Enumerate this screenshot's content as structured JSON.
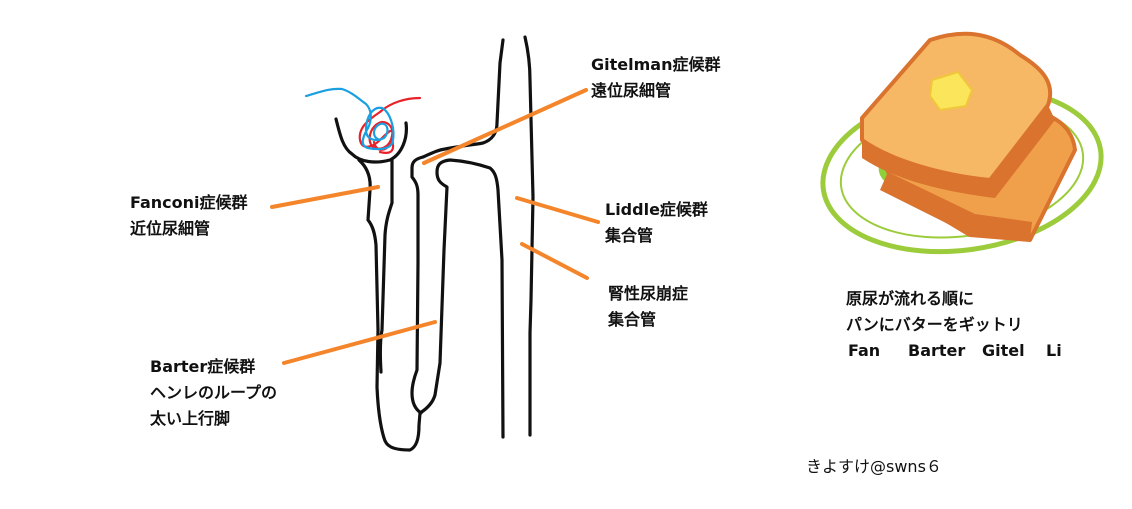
{
  "labels": {
    "gitelman": {
      "name": "Gitelman症候群",
      "site": "遠位尿細管"
    },
    "fanconi": {
      "name": "Fanconi症候群",
      "site": "近位尿細管"
    },
    "liddle": {
      "name": "Liddle症候群",
      "site": "集合管"
    },
    "ndi": {
      "name": "腎性尿崩症",
      "site": "集合管"
    },
    "bartter": {
      "name": "Barter症候群",
      "site_line1": "ヘンレのループの",
      "site_line2": "太い上行脚"
    }
  },
  "mnemonic": {
    "line1": "原尿が流れる順に",
    "line2": "パンにバターをギットリ",
    "words": [
      "Fan",
      "Barter",
      "Gitel",
      "Li"
    ]
  },
  "signature": "きよすけ@swns６",
  "colors": {
    "tubule": "#111111",
    "pointer": "#f5852a",
    "artery": "#e8222a",
    "vein": "#1aa0e0",
    "plate": "#9ccc3c",
    "toast": "#f0a04a",
    "crust": "#d9732e",
    "butter": "#fbe55a"
  }
}
